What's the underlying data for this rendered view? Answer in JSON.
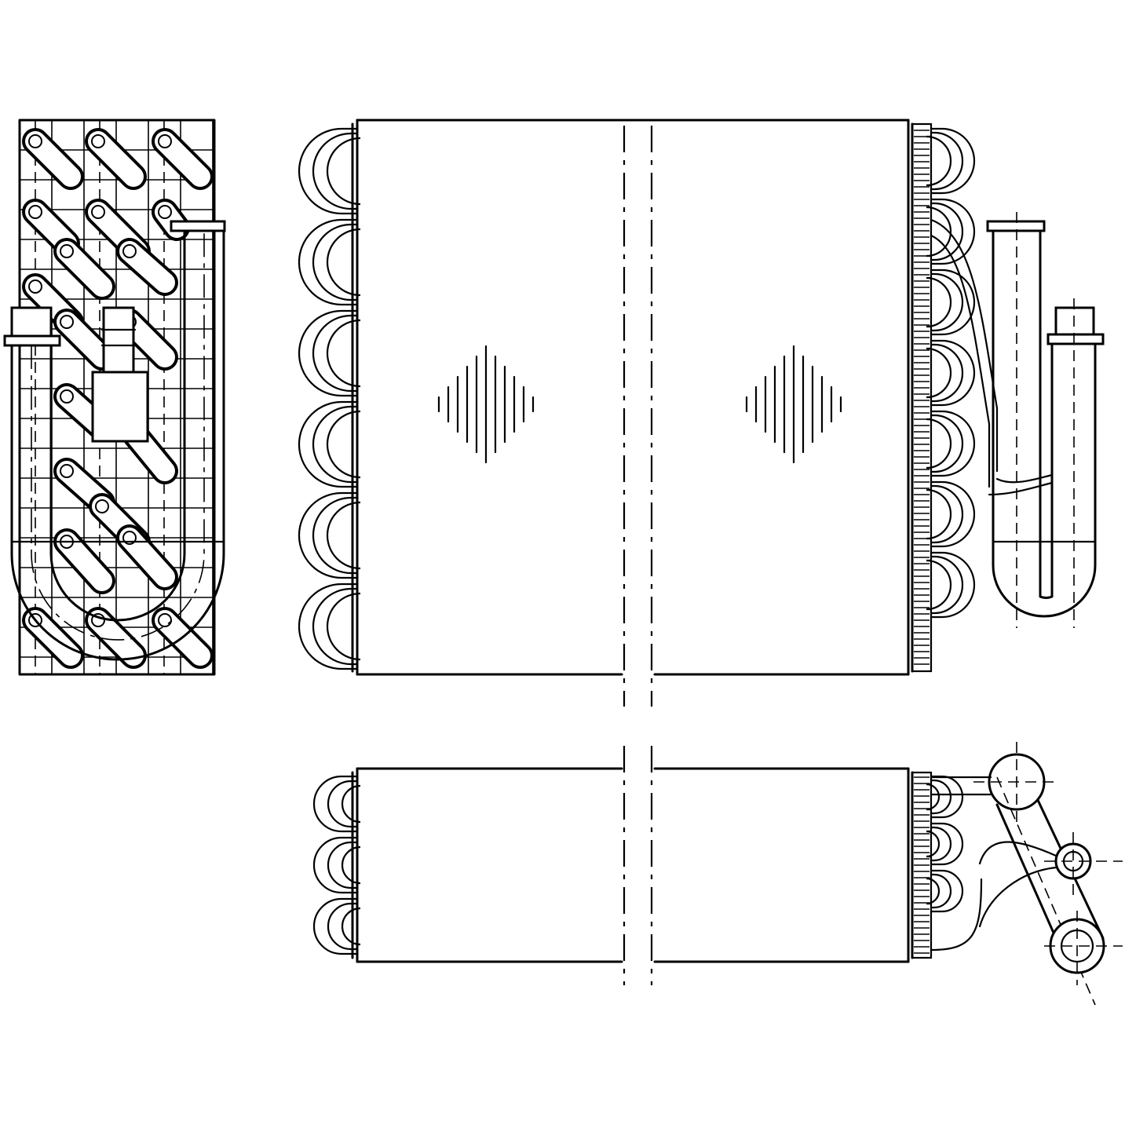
{
  "drawing": {
    "views": [
      {
        "id": "side-view"
      },
      {
        "id": "front-view"
      },
      {
        "id": "top-view"
      }
    ],
    "colors": {
      "line": "#000000",
      "background": "#ffffff"
    }
  }
}
